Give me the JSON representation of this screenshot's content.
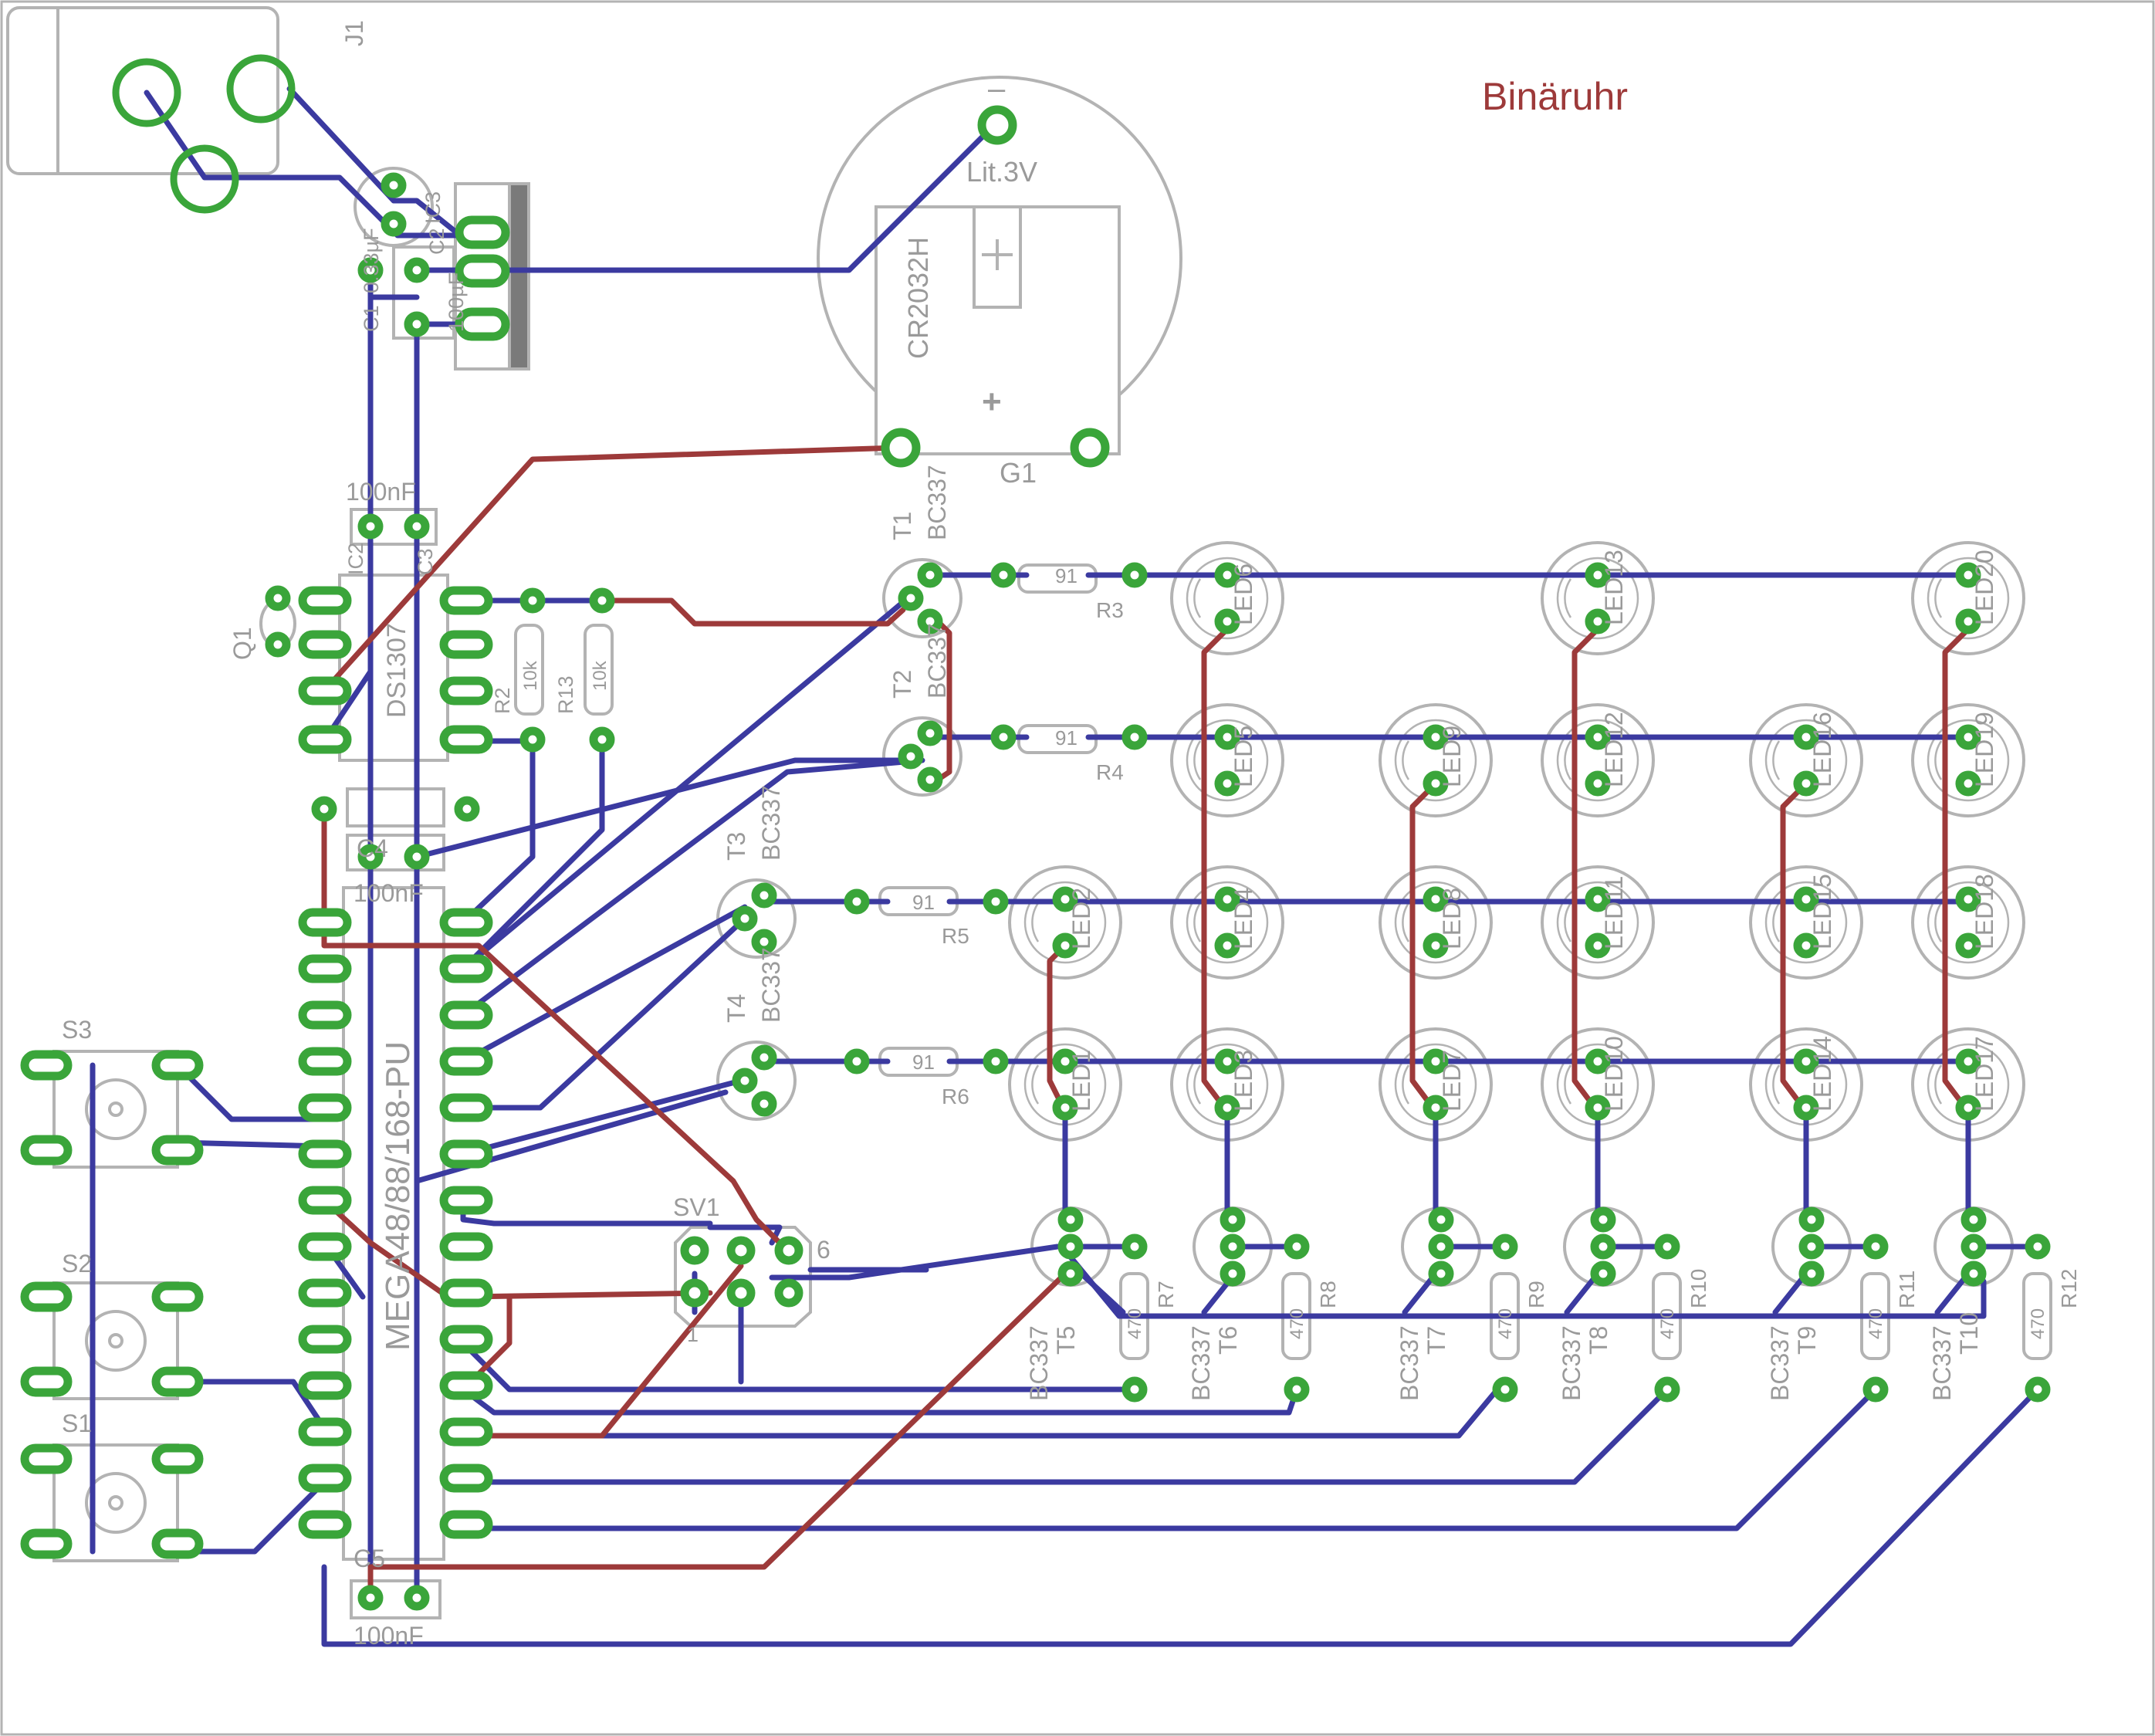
{
  "title": "Binäruhr",
  "colors": {
    "background": "#ffffff",
    "silkscreen": "#b3b3b3",
    "bottom_trace": "#3b3aa0",
    "top_trace": "#9d3a3a",
    "pad": "#3aa53a",
    "title": "#9d3a3a"
  },
  "components": {
    "j1": "J1",
    "g1": "G1",
    "battery_voltage": "Lit.3V",
    "battery_holder": "CR2032H",
    "battery_minus": "–",
    "battery_plus": "+",
    "mcu": "MEGA48/88/168-PU",
    "rtc": "DS1307",
    "ic2": "IC2",
    "ic3": "IC3",
    "q1": "Q1",
    "sv1": "SV1",
    "sv1_pin1": "1",
    "sv1_pin6": "6",
    "s1": "S1",
    "s2": "S2",
    "s3": "S3",
    "c1": "C1",
    "c1_value": "0.33µF",
    "c2": "C2",
    "c2_value": "100µF",
    "c3": "C3",
    "c3_value": "100nF",
    "c4": "C4",
    "c4_value": "100nF",
    "c5": "C5",
    "c5_value": "100nF",
    "r2": "R2",
    "r13": "R13",
    "r10k": "10k",
    "transistor_type": "BC337",
    "t1": "T1",
    "t2": "T2",
    "t3": "T3",
    "t4": "T4",
    "t5": "T5",
    "t6": "T6",
    "t7": "T7",
    "t8": "T8",
    "t9": "T9",
    "t10": "T10",
    "r91": "91",
    "r3": "R3",
    "r4": "R4",
    "r5": "R5",
    "r6": "R6",
    "r470": "470",
    "r7": "R7",
    "r8": "R8",
    "r9": "R9",
    "r10": "R10",
    "r11": "R11",
    "r12": "R12",
    "leds": [
      "LED1",
      "LED2",
      "LED3",
      "LED4",
      "LED5",
      "LED6",
      "LED7",
      "LED8",
      "LED9",
      "LED10",
      "LED11",
      "LED12",
      "LED13",
      "LED14",
      "LED15",
      "LED16",
      "LED17",
      "LED18",
      "LED19",
      "LED20"
    ]
  }
}
